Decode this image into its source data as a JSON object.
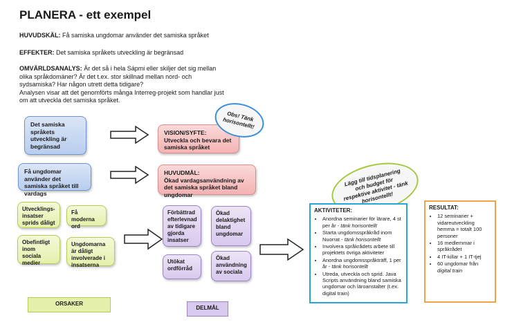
{
  "title": "PLANERA - ett exempel",
  "huvudskal": {
    "label": "HUVUDSKÄL:",
    "text": " Få samiska ungdomar använder det samiska språket"
  },
  "effekter": {
    "label": "EFFEKTER:",
    "text": " Det samiska språkets utveckling är begränsad"
  },
  "omvarld": {
    "label": "OMVÄRLDSANALYS:",
    "text": " Är det så i hela Sápmi eller skiljer det sig mellan olika språkdomäner? Är det t.ex. stor skillnad mellan nord- och sydsamiska? Har någon utrett detta tidigare?",
    "text2": "Analysen visar att det genomförts många Interreg-projekt som handlar just om att utveckla det samiska språket."
  },
  "left_boxes": {
    "box1": "Det samiska språkets utveckling är begränsad",
    "box2": "Få ungdomar använder det samiska språket till vardags"
  },
  "right_boxes": {
    "vision_label": "VISION/SYFTE:",
    "vision_text": "Utveckla och bevara det samiska språket",
    "huvudmal_label": "HUVUDMÅL:",
    "huvudmal_text": "Ökad vardagsanvändning av det samiska språket bland ungdomar"
  },
  "ovals": {
    "tank": "Obs! Tänk horisontellt!",
    "tidsplan": "Lägg till tidsplanering och budget för respektive aktivitet - tänk horisontellt!"
  },
  "orsaker": {
    "items": [
      "Utvecklings-insatser sprids dåligt",
      "Få moderna ord",
      "Obefintligt inom sociala medier",
      "Ungdomarna är dåligt involverade i insatserna"
    ],
    "label": "ORSAKER"
  },
  "delmal": {
    "items": [
      "Förbättrad efterlevnad av tidigare gjorda insatser",
      "Ökad delaktighet bland ungdomar",
      "Utökat ordförråd",
      "Ökad användning av sociala"
    ],
    "label": "DELMÅL"
  },
  "aktiviteter": {
    "title": "AKTIVITETER:",
    "items": [
      {
        "text": "Anordna seminarier för lärare,   4 st per år - ",
        "em": "tänk horisontellt"
      },
      {
        "text": "Starta ungdomsspråkråd inom Nuorrat - ",
        "em": "tänk horisontellt"
      },
      {
        "text": "Involvera språkrådets arbete till projektets övriga aktiviteter",
        "em": ""
      },
      {
        "text": "Anordna ungdomsspråkträff,     1 per år - ",
        "em": "tänk horisontellt"
      },
      {
        "text": "Utreda, utveckla och sprid. Java Scripts användning bland samiska ungdomar och läroanstalter (t.ex. digital train)",
        "em": ""
      }
    ]
  },
  "resultat": {
    "title": "RESULTAT:",
    "items": [
      {
        "text": "12 seminarier + vidareutveckling hemma = totalt 100 personer",
        "em": ""
      },
      {
        "text": "16 medlemmar i språkrådet",
        "em": ""
      },
      {
        "text": "4 IT-killar + 1 IT-tjej",
        "em": ""
      },
      {
        "text": "60 ungdomar från ",
        "em": "digital train"
      }
    ]
  },
  "colors": {
    "blue": "#6f94cf",
    "red": "#d98c8c",
    "green": "#b6cc55",
    "purple": "#9b83c5",
    "aktiviteter_border": "#29a6d9",
    "resultat_border": "#f0a24a",
    "oval_blue": "#3b8fd8",
    "oval_green": "#a6c842"
  }
}
